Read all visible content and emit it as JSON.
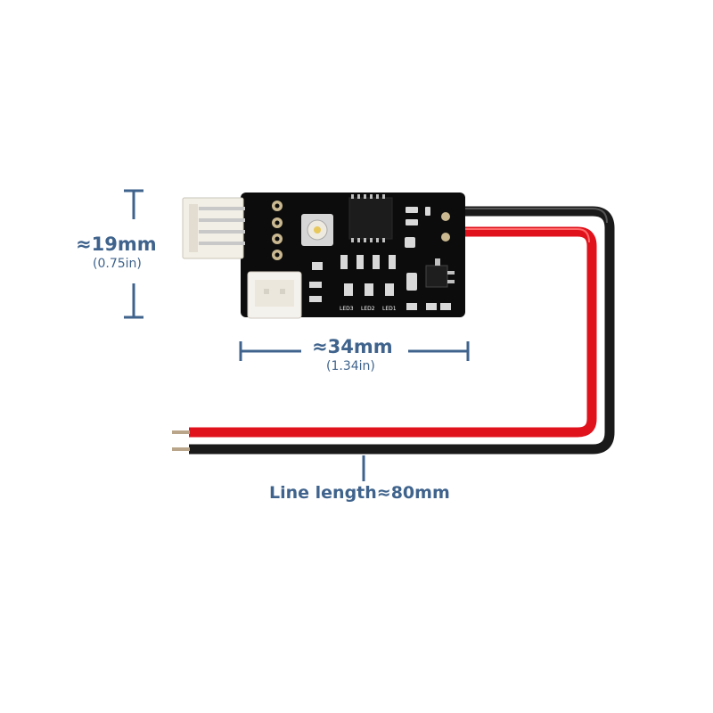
{
  "dimensions": {
    "height": {
      "label": "≈19mm",
      "sub": "(0.75in)"
    },
    "width": {
      "label": "≈34mm",
      "sub": "(1.34in)"
    },
    "line": {
      "label": "Line length≈80mm"
    }
  },
  "board": {
    "led_labels": [
      "LED3",
      "LED2",
      "LED1"
    ]
  },
  "colors": {
    "dimension": "#3f638c",
    "wire_red": "#e0121c",
    "wire_black": "#1a1a1a",
    "pcb": "#0c0c0c"
  }
}
